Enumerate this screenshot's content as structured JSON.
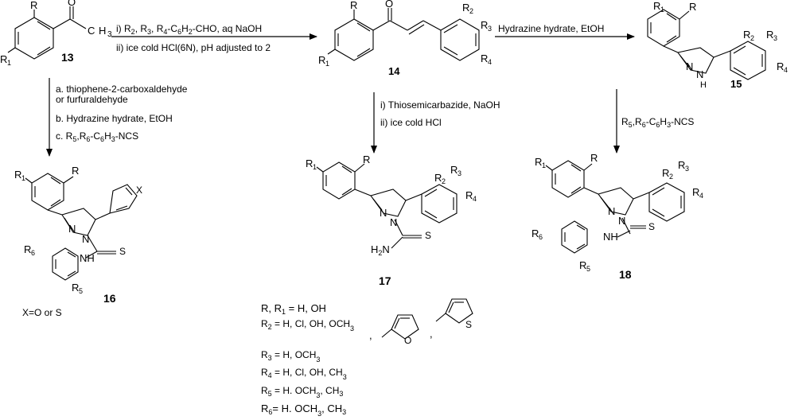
{
  "compounds": {
    "c13": {
      "number": "13",
      "R": "R",
      "R1": "R",
      "R1_sub": "1",
      "CH3": "C",
      "CH3_sub": "H",
      "CH3_3": "3",
      "O": "O"
    },
    "c14": {
      "number": "14",
      "R": "R",
      "R1": "R",
      "R1_sub": "1",
      "O": "O",
      "R2": "R",
      "R2_sub": "2",
      "R3": "R",
      "R3_sub": "3",
      "R4": "R",
      "R4_sub": "4"
    },
    "c15": {
      "number": "15",
      "R": "R",
      "R1": "R",
      "R1_sub": "1",
      "N": "N",
      "NH": "N",
      "H": "H",
      "R2": "R",
      "R2_sub": "2",
      "R3": "R",
      "R3_sub": "3",
      "R4": "R",
      "R4_sub": "4"
    },
    "c16": {
      "number": "16",
      "R": "R",
      "R1": "R",
      "R1_sub": "1",
      "X": "X",
      "N1": "N",
      "N2": "N",
      "NH": "NH",
      "S": "S",
      "R5": "R",
      "R5_sub": "5",
      "R6": "R",
      "R6_sub": "6",
      "note": "X=O or S"
    },
    "c17": {
      "number": "17",
      "R": "R",
      "R1": "R",
      "R1_sub": "1",
      "N1": "N",
      "N2": "N",
      "S": "S",
      "H2N_H": "H",
      "H2N_2": "2",
      "H2N_N": "N",
      "R2": "R",
      "R2_sub": "2",
      "R3": "R",
      "R3_sub": "3",
      "R4": "R",
      "R4_sub": "4"
    },
    "c18": {
      "number": "18",
      "R": "R",
      "R1": "R",
      "R1_sub": "1",
      "N1": "N",
      "N2": "N",
      "NH": "NH",
      "S": "S",
      "R2": "R",
      "R2_sub": "2",
      "R3": "R",
      "R3_sub": "3",
      "R4": "R",
      "R4_sub": "4",
      "R5": "R",
      "R5_sub": "5",
      "R6": "R",
      "R6_sub": "6"
    }
  },
  "reagents": {
    "step_13_14_i": "i) R",
    "step_13_14_i_r2": "2",
    "step_13_14_i_r3": ", R",
    "step_13_14_i_r3s": "3",
    "step_13_14_i_r4": ", R",
    "step_13_14_i_r4s": "4",
    "step_13_14_i_rest1": "-C",
    "step_13_14_i_c6": "6",
    "step_13_14_i_h": "H",
    "step_13_14_i_h2": "2",
    "step_13_14_i_rest2": "-CHO, aq NaOH",
    "step_13_14_ii": "ii) ice cold HCl(6N), pH adjusted to 2",
    "step_14_15": "Hydrazine hydrate, EtOH",
    "step_14_17_i": "i) Thiosemicarbazide, NaOH",
    "step_14_17_ii": "ii) ice cold HCl",
    "step_15_18_a": "R",
    "step_15_18_r5": "5",
    "step_15_18_b": ",R",
    "step_15_18_r6": "6",
    "step_15_18_c": "-C",
    "step_15_18_c6": "6",
    "step_15_18_d": "H",
    "step_15_18_h3": "3",
    "step_15_18_e": "-NCS",
    "step_13_16_a1": "a. thiophene-2-carboxaldehyde",
    "step_13_16_a2": "or furfuraldehyde",
    "step_13_16_b": "b. Hydrazine hydrate, EtOH",
    "step_13_16_c1": "c. R",
    "step_13_16_c_r5": "5",
    "step_13_16_c2": ",R",
    "step_13_16_c_r6": "6",
    "step_13_16_c3": "-C",
    "step_13_16_c_c6": "6",
    "step_13_16_c4": "H",
    "step_13_16_c_h3": "3",
    "step_13_16_c5": "-NCS"
  },
  "legend": {
    "line1_a": "R, R",
    "line1_sub": "1",
    "line1_b": " = H, OH",
    "line2_a": "R",
    "line2_sub": "2",
    "line2_b": " = H, Cl, OH, OCH",
    "line2_sub3": "3",
    "line2_comma": ",",
    "furan_O": "O",
    "sep_comma": ",",
    "thio_S": "S",
    "line3_a": "R",
    "line3_sub": "3",
    "line3_b": " = H, OCH",
    "line3_sub3": "3",
    "line4_a": "R",
    "line4_sub": "4",
    "line4_b": " = H, Cl, OH, CH",
    "line4_sub3": "3",
    "line5_a": "R",
    "line5_sub": "5",
    "line5_b": " = H. OCH",
    "line5_sub3": "3",
    "line5_c": ", CH",
    "line5_sub3b": "3",
    "line6_a": "R",
    "line6_sub": "6",
    "line6_b": "= H. OCH",
    "line6_sub3": "3",
    "line6_c": ", CH",
    "line6_sub3b": "3"
  }
}
